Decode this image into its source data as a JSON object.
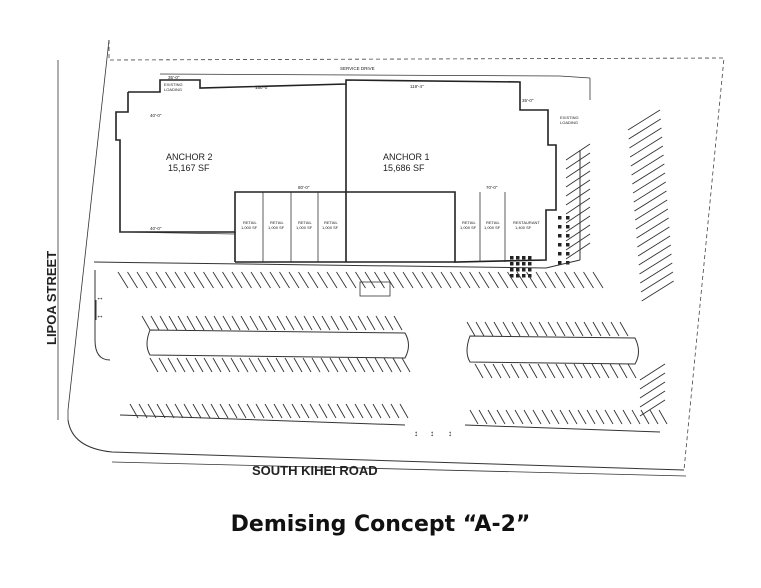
{
  "caption": "Demising Concept “A-2”",
  "streets": {
    "lipoa": "LIPOA STREET",
    "kihei": "SOUTH KIHEI ROAD"
  },
  "service_drive": "SERVICE DRIVE",
  "existing_loading_left": [
    "EXISTING",
    "LOADING"
  ],
  "existing_loading_right": [
    "EXISTING",
    "LOADING"
  ],
  "anchor2": {
    "name": "ANCHOR  2",
    "area": "15,167  SF"
  },
  "anchor1": {
    "name": "ANCHOR  1",
    "area": "15,686  SF"
  },
  "retail_left": [
    {
      "label": "RETAIL",
      "area": "1,000  SF"
    },
    {
      "label": "RETAIL",
      "area": "1,000  SF"
    },
    {
      "label": "RETAIL",
      "area": "1,000  SF"
    },
    {
      "label": "RETAIL",
      "area": "1,000  SF"
    }
  ],
  "retail_right": [
    {
      "label": "RETAIL",
      "area": "1,000  SF"
    },
    {
      "label": "RETAIL",
      "area": "1,000  SF"
    }
  ],
  "restaurant": {
    "label": "RESTAURANT",
    "area": "1,400  SF"
  },
  "dimensions": {
    "top_left": "35'-0\"",
    "anchor2_top": "150'-0\"",
    "anchor1_top": "119'-4\"",
    "right_top": "35'-0\"",
    "left_upper": "40'-0\"",
    "left_bottom": "40'-0\"",
    "retail_block_left": "80'-0\"",
    "retail_block_right": "70'-0\""
  }
}
